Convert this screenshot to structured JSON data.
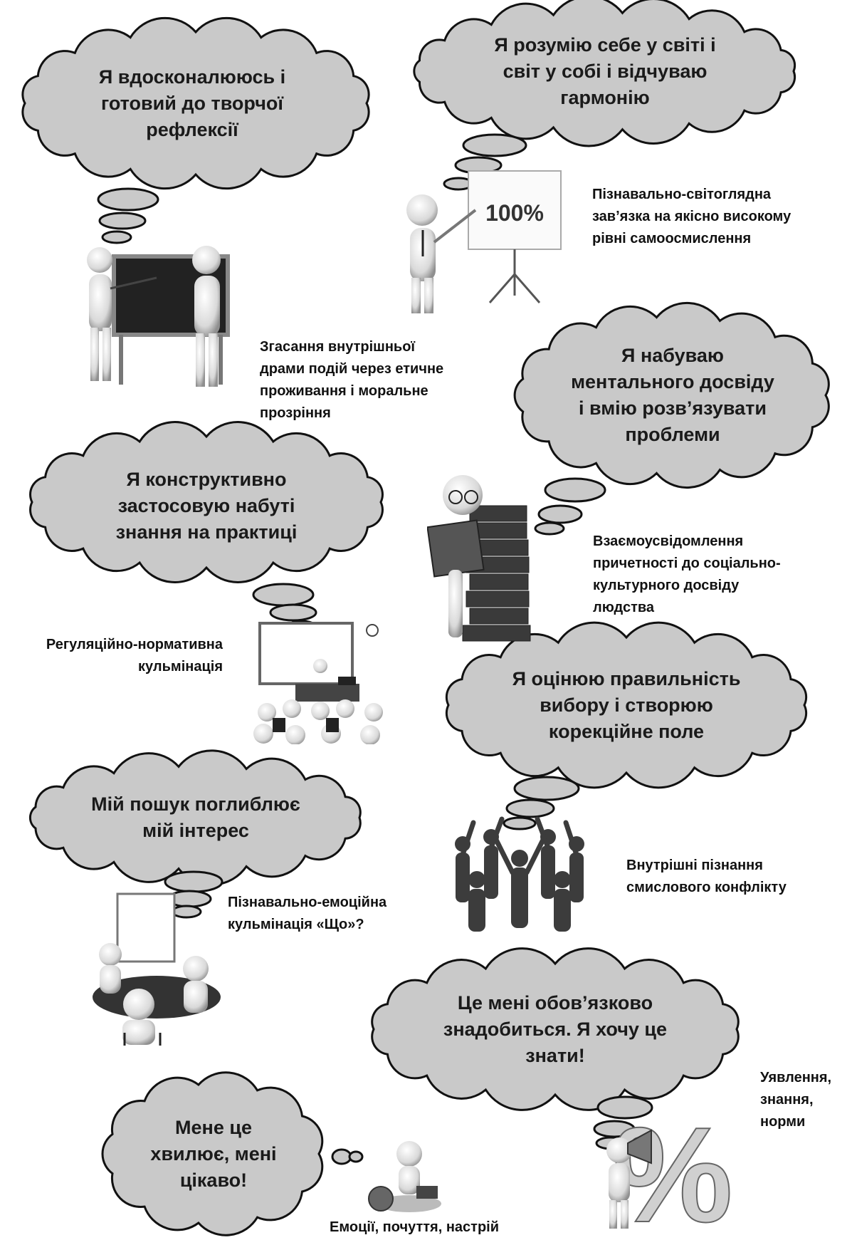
{
  "colors": {
    "cloud_fill": "#c9c9c9",
    "cloud_stroke": "#111111",
    "figure": "#e6e6e6",
    "figure_shade": "#9a9a9a",
    "dark": "#333333"
  },
  "stages": [
    {
      "thought": "Мене це\nхвилює, мені\nцікаво!",
      "caption": "Емоції, почуття, настрій",
      "illustration": "person-with-globe-and-laptop"
    },
    {
      "thought": "Це мені обов’язково\nзнадобиться. Я хочу це\nзнати!",
      "caption": "Уявлення,\nзнання,\nнорми",
      "illustration": "person-with-megaphone-and-percent"
    },
    {
      "thought": "Мій пошук поглиблює\nмій інтерес",
      "caption": "Пізнавально-емоційна\nкульмінація «Що»?",
      "illustration": "people-at-round-table"
    },
    {
      "thought": "Я оцінюю правильність\nвибору і створюю\nкорекційне поле",
      "caption": "Внутрішні пізнання\nсмислового конфлікту",
      "illustration": "circle-of-people-raising-hands"
    },
    {
      "thought": "Я конструктивно\nзастосовую набуті\nзнання на практиці",
      "caption": "Регуляційно-нормативна\nкульмінація",
      "illustration": "classroom-with-teacher"
    },
    {
      "thought": "Я набуваю\nментального досвіду\nі вмію розв’язувати\nпроблеми",
      "caption": "Взаємоусвідомлення\nпричетності до соціально-\nкультурного досвіду\nлюдства",
      "illustration": "person-reading-on-books"
    },
    {
      "thought": "Я вдосконалююсь і\nготовий до творчої\nрефлексії",
      "caption": "Згасання внутрішньої\nдрами подій через етичне\nпроживання і моральне\nпрозріння",
      "illustration": "two-people-at-blackboard"
    },
    {
      "thought": "Я розумію себе у світі і\nсвіт у собі і відчуваю\nгармонію",
      "caption": "Пізнавально-світоглядна\nзав’язка на якісно високому\nрівні самоосмислення",
      "illustration": "presenter-with-100-percent-board",
      "board_text": "100%"
    }
  ],
  "percent_sign": "%"
}
